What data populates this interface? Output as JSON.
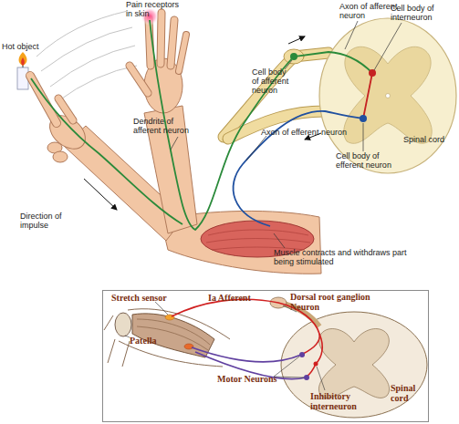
{
  "diagram": {
    "labels": [
      "Pain receptors in skin",
      "Axon of afferent neuron",
      "Cell body of interneuron",
      "Hot object",
      "Cell body of afferent neuron",
      "Dendrite of afferent neuron",
      "Axon of efferent neuron",
      "Cell body of efferent neuron",
      "Spinal cord",
      "Direction of impulse",
      "Muscle contracts and withdraws part being stimulated",
      "Stretch sensor",
      "Ia Afferent",
      "Dorsal root ganglion Neuron",
      "Patella",
      "Motor Neurons",
      "Inhibitory interneuron",
      "Spinal cord"
    ]
  }
}
